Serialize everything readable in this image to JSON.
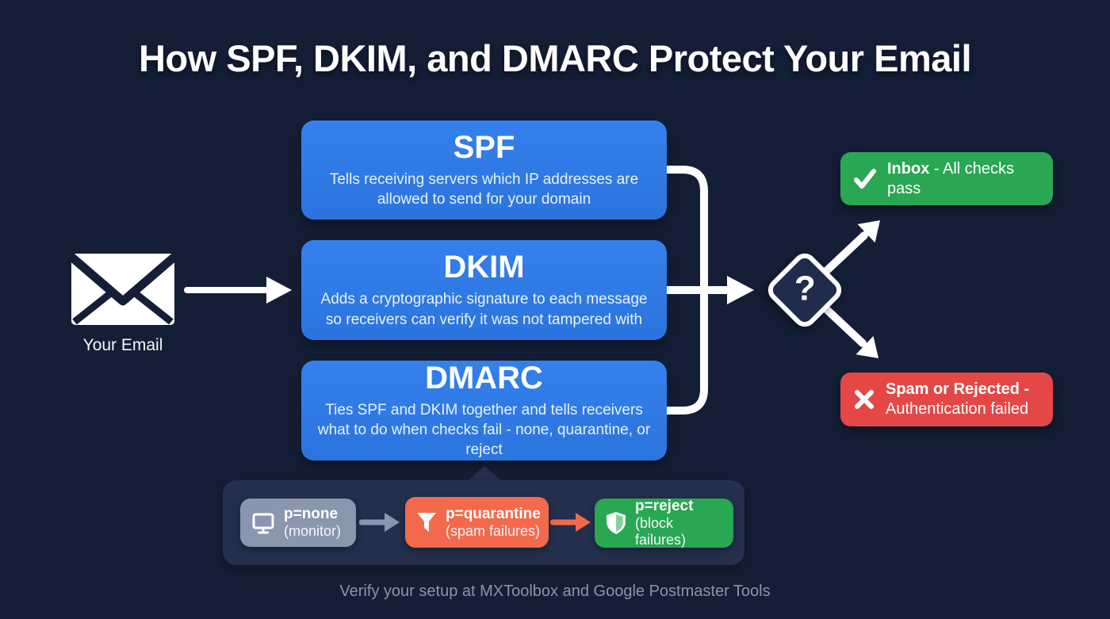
{
  "title": "How SPF, DKIM, and DMARC Protect Your Email",
  "source": {
    "label": "Your Email",
    "icon": "envelope-icon"
  },
  "protocols": [
    {
      "name": "SPF",
      "description": "Tells receiving servers which IP addresses are allowed to send for your domain"
    },
    {
      "name": "DKIM",
      "description": "Adds a cryptographic signature to each message so receivers can verify it was not tampered with"
    },
    {
      "name": "DMARC",
      "description": "Ties SPF and DKIM together and tells receivers what to do when checks fail - none, quarantine, or reject"
    }
  ],
  "decision": {
    "symbol": "?"
  },
  "outcomes": {
    "pass": {
      "icon": "check-icon",
      "title": "Inbox",
      "detail": " - All checks pass",
      "color": "#29a753"
    },
    "fail": {
      "icon": "x-icon",
      "title": "Spam or Rejected -",
      "detail": "Authentication failed",
      "color": "#e54747"
    }
  },
  "policies": [
    {
      "icon": "monitor-icon",
      "value": "p=none",
      "note": "(monitor)",
      "color": "#8a96ae"
    },
    {
      "icon": "funnel-icon",
      "value": "p=quarantine",
      "note": "(spam failures)",
      "color": "#f26a4b"
    },
    {
      "icon": "shield-icon",
      "value": "p=reject",
      "note": "(block failures)",
      "color": "#29a753"
    }
  ],
  "footer": "Verify your setup at MXToolbox and Google Postmaster Tools",
  "colors": {
    "background": "#141e36",
    "protocol_blue": "#2e7be4",
    "panel": "#232f4d",
    "line_white": "#ffffff",
    "footer_text": "#8b94a9",
    "diamond_fill": "#1f2c4c"
  }
}
